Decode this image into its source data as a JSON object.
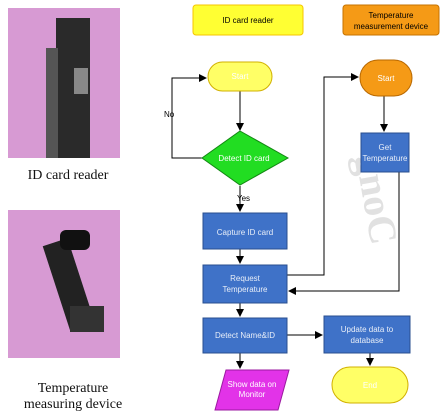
{
  "photos": {
    "reader_caption": "ID card reader",
    "temp_caption_line1": "Temperature",
    "temp_caption_line2": "measuring device"
  },
  "headers": {
    "id_reader": "ID card reader",
    "temp_device_line1": "Temperature",
    "temp_device_line2": "measurement device"
  },
  "nodes": {
    "start_left": "Start",
    "detect": "Detect ID card",
    "capture": "Capture ID card",
    "request_line1": "Request",
    "request_line2": "Temperature",
    "detect_name": "Detect Name&ID",
    "show_line1": "Show data on",
    "show_line2": "Monitor",
    "start_right": "Start",
    "get_line1": "Get",
    "get_line2": "Temperature",
    "update_line1": "Update data to",
    "update_line2": "database",
    "end": "End"
  },
  "edge_labels": {
    "no": "No",
    "yes": "Yes"
  },
  "colors": {
    "header_fill": "#ffff33",
    "header_orange": "#f59a16",
    "terminal_yellow": "#ffff66",
    "terminal_orange": "#f59a16",
    "decision_green": "#22dd22",
    "process_blue": "#3f72c8",
    "io_magenta": "#e233e8",
    "photo_pink": "#d79ad3"
  }
}
